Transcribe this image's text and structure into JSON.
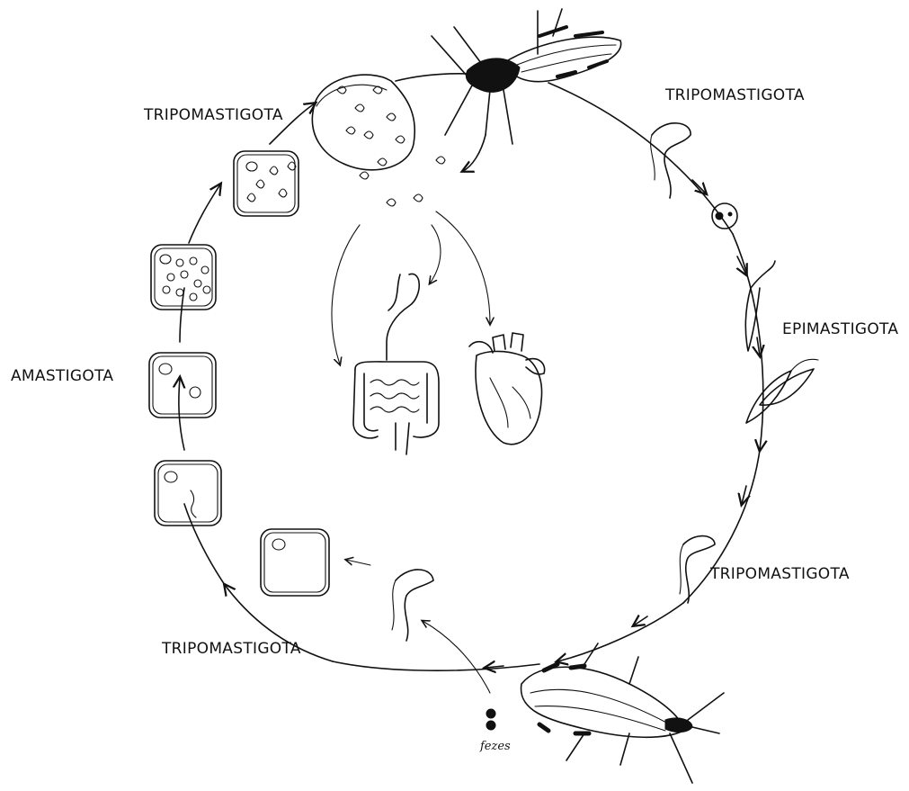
{
  "labels": {
    "top_left": "TRIPOMASTIGOTA",
    "top_right": "TRIPOMASTIGOTA",
    "right_upper": "EPIMASTIGOTA",
    "right_lower": "TRIPOMASTIGOTA",
    "left": "AMASTIGOTA",
    "bottom_left": "TRIPOMASTIGOTA",
    "feces": "fezes"
  }
}
